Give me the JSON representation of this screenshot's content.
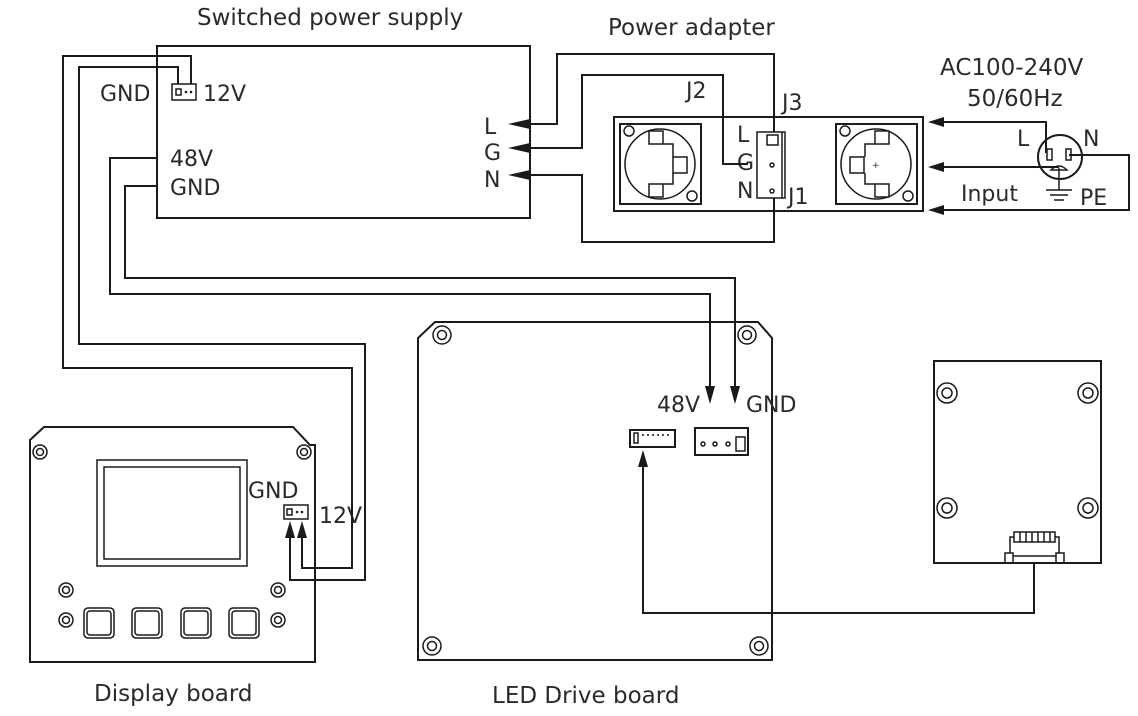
{
  "diagram": {
    "type": "wiring-diagram",
    "components": {
      "switched_power_supply": {
        "title": "Switched power supply",
        "pins": {
          "l": "L",
          "g": "G",
          "n": "N",
          "v48": "48V",
          "gnd": "GND",
          "gnd_aux": "GND",
          "v12": "12V"
        }
      },
      "power_adapter": {
        "title": "Power adapter",
        "connectors": {
          "j1": "J1",
          "j2": "J2",
          "j3": "J3"
        },
        "pins": {
          "l": "L",
          "g": "G",
          "n": "N"
        }
      },
      "ac_input": {
        "voltage": "AC100-240V",
        "frequency": "50/60Hz",
        "label": "Input",
        "pins": {
          "l": "L",
          "n": "N",
          "pe": "PE"
        }
      },
      "led_drive_board": {
        "title": "LED Drive board",
        "pins": {
          "v48": "48V",
          "gnd": "GND"
        }
      },
      "display_board": {
        "title": "Display board",
        "pins": {
          "gnd": "GND",
          "v12": "12V"
        }
      },
      "control_board": {
        "title": ""
      }
    },
    "connections": [
      {
        "from": "AC input L",
        "to": "Power adapter"
      },
      {
        "from": "AC input N",
        "to": "Power adapter"
      },
      {
        "from": "AC input PE",
        "to": "Power adapter"
      },
      {
        "from": "Power adapter J3 L",
        "to": "Switched power supply L"
      },
      {
        "from": "Power adapter J2 G",
        "to": "Switched power supply G"
      },
      {
        "from": "Power adapter J1 N",
        "to": "Switched power supply N"
      },
      {
        "from": "Switched power supply 48V",
        "to": "LED Drive board 48V"
      },
      {
        "from": "Switched power supply GND",
        "to": "LED Drive board GND"
      },
      {
        "from": "Switched power supply 12V",
        "to": "Display board 12V"
      },
      {
        "from": "Switched power supply GND",
        "to": "Display board GND"
      },
      {
        "from": "Control board connector",
        "to": "LED Drive board connector"
      }
    ]
  }
}
